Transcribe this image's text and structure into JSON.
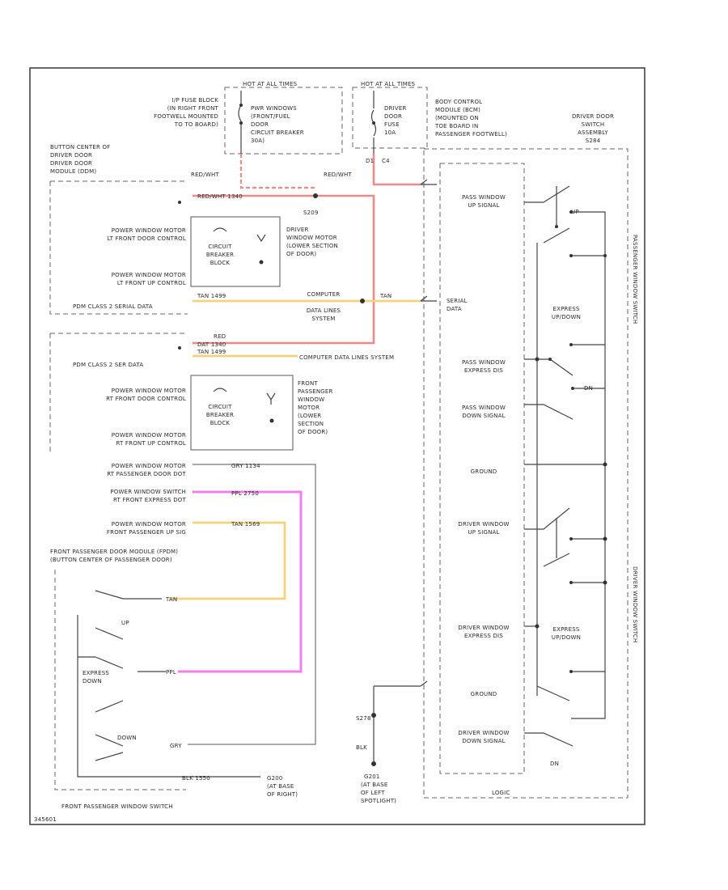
{
  "labels": {
    "hot1": "HOT AT ALL TIMES",
    "hot2": "HOT AT ALL TIMES",
    "ip_fuse": [
      "I/P FUSE BLOCK",
      "(IN RIGHT FRONT",
      "FOOTWELL MOUNTED",
      "TO TO BOARD)"
    ],
    "pwr_breaker": [
      "PWR WINDOWS",
      "(FRONT/FUEL",
      "DOOR",
      "CIRCUIT BREAKER",
      "30A)"
    ],
    "drvr_fuse": [
      "DRIVER",
      "DOOR",
      "FUSE",
      "10A"
    ],
    "bcm": [
      "BODY CONTROL",
      "MODULE (BCM)",
      "(MOUNTED ON",
      "TOE BOARD IN",
      "PASSENGER FOOTWELL)"
    ],
    "driver_switch_asm": [
      "DRIVER DOOR",
      "SWITCH",
      "ASSEMBLY",
      "S284"
    ],
    "button_center": [
      "BUTTON CENTER OF",
      "DRIVER DOOR",
      "DRIVER DOOR",
      "MODULE (DDM)"
    ],
    "wire_red_wht": "RED/WHT",
    "wire_red_wht2": "RED/WHT",
    "pin_d1": "D1",
    "pin_c4": "C4",
    "wire_blk1": "RED/WHT 1340",
    "splice": "S209",
    "lt_front_down": [
      "POWER WINDOW MOTOR",
      "LT FRONT DOOR CONTROL"
    ],
    "lt_front_up": [
      "POWER WINDOW MOTOR",
      "LT FRONT UP CONTROL"
    ],
    "circuit_breaker_1": [
      "CIRCUIT",
      "BREAKER",
      "BLOCK"
    ],
    "driver_motor_loc": [
      "DRIVER",
      "WINDOW MOTOR",
      "(LOWER SECTION",
      "OF DOOR)"
    ],
    "class2_data_1": "PDM CLASS 2 SERIAL DATA",
    "comp_data_1": [
      "COMPUTER",
      "DATA LINES",
      "SYSTEM"
    ],
    "serial_data": [
      "SERIAL",
      "DATA"
    ],
    "wire_tan1": "TAN 1499",
    "wire_tan1b": "TAN",
    "wire_red2": "RED",
    "wire_red2b": "DAT 1340",
    "wire_tan2": "TAN 1499",
    "class2_data_2": "PDM CLASS 2 SER DATA",
    "comp_data_2": "COMPUTER DATA LINES SYSTEM",
    "rt_front_down": [
      "POWER WINDOW MOTOR",
      "RT FRONT DOOR CONTROL"
    ],
    "rt_front_up": [
      "POWER WINDOW MOTOR",
      "RT FRONT UP CONTROL"
    ],
    "circuit_breaker_2": [
      "CIRCUIT",
      "BREAKER",
      "BLOCK"
    ],
    "pass_motor_loc": [
      "FRONT",
      "PASSENGER",
      "WINDOW",
      "MOTOR",
      "(LOWER",
      "SECTION",
      "OF DOOR)"
    ],
    "pass_down_out": [
      "POWER WINDOW MOTOR",
      "RT PASSENGER DOOR DOT"
    ],
    "pass_express": [
      "POWER WINDOW SWITCH",
      "RT FRONT EXPRESS DOT"
    ],
    "pass_up_sig": [
      "POWER WINDOW MOTOR",
      "FRONT PASSENGER UP SIG"
    ],
    "wire_gry": "GRY 1134",
    "wire_ppl": "PPL 2750",
    "wire_tan3": "TAN 1569",
    "pass_door_module": [
      "FRONT PASSENGER DOOR MODULE (FPDM)",
      "(BUTTON CENTER OF PASSENGER DOOR)"
    ],
    "up_1": "UP",
    "express_down_1": [
      "EXPRESS",
      "DOWN"
    ],
    "down_1": "DOWN",
    "wire_tan_small": "TAN",
    "wire_ppl_small": "PPL",
    "wire_gry_small": "GRY",
    "wire_blk_g": "BLK 1550",
    "g200": "G200",
    "g200_loc": [
      "(AT BASE",
      "OF RIGHT)"
    ],
    "pass_switch_title": "FRONT PASSENGER WINDOW SWITCH",
    "g201": "G201",
    "g201_loc": [
      "(AT BASE",
      "OF LEFT",
      "SPOTLIGHT)"
    ],
    "s278": "S278",
    "blk": "BLK",
    "pass_up_signal": [
      "PASS WINDOW",
      "UP SIGNAL"
    ],
    "pass_express_sig": [
      "PASS WINDOW",
      "EXPRESS DIS"
    ],
    "pass_down_signal": [
      "PASS WINDOW",
      "DOWN SIGNAL"
    ],
    "ground_1": "GROUND",
    "drv_up_signal": [
      "DRIVER WINDOW",
      "UP SIGNAL"
    ],
    "drv_express_sig": [
      "DRIVER WINDOW",
      "EXPRESS DIS"
    ],
    "ground_2": "GROUND",
    "drv_down_signal": [
      "DRIVER WINDOW",
      "DOWN SIGNAL"
    ],
    "up_a": "UP",
    "express_up_a": [
      "EXPRESS",
      "UP/DOWN"
    ],
    "dn_a": "DN",
    "express_up_b": [
      "EXPRESS",
      "UP/DOWN"
    ],
    "dn_b": "DN",
    "logic": "LOGIC",
    "side_label_1": "PASSENGER WINDOW SWITCH",
    "side_label_2": "DRIVER WINDOW SWITCH",
    "figure_id": "345601"
  }
}
